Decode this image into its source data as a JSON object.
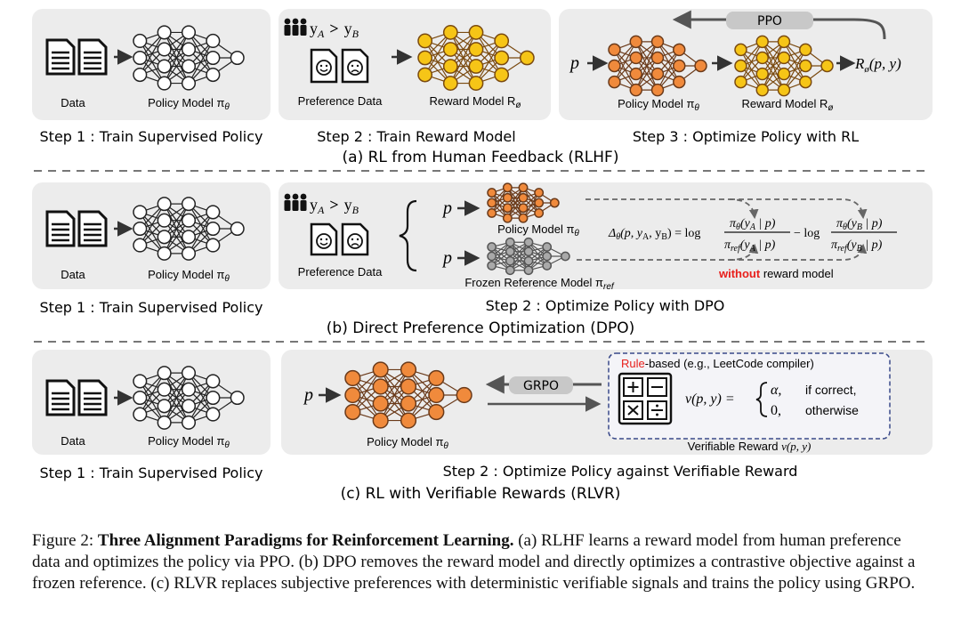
{
  "colors": {
    "panel": "#ececec",
    "policy_node": "#f08a3c",
    "reward_node": "#f6c517",
    "frozen_node": "#a9a9a9",
    "edge": "#5a3a22",
    "highlight": "#e8201c",
    "arrow": "#444444"
  },
  "rlhf": {
    "step1": {
      "data_label": "Data",
      "model_label": "Policy Model π",
      "model_sub": "θ",
      "step_label": "Step 1 : Train Supervised Policy"
    },
    "step2": {
      "pref_a": "y",
      "pref_a_sub": "A",
      "pref_op": ">",
      "pref_b": "y",
      "pref_b_sub": "B",
      "data_label": "Preference Data",
      "model_label": "Reward Model R",
      "model_sub": "ø",
      "step_label": "Step 2 : Train Reward Model"
    },
    "step3": {
      "input": "p",
      "algo": "PPO",
      "output": "R",
      "output_sub": "ø",
      "output_args": "(p, y)",
      "policy_label": "Policy Model π",
      "policy_sub": "θ",
      "reward_label": "Reward Model R",
      "reward_sub": "ø",
      "step_label": "Step 3 : Optimize Policy with RL"
    },
    "title": "(a) RL from Human Feedback (RLHF)"
  },
  "dpo": {
    "step1": {
      "data_label": "Data",
      "model_label": "Policy Model π",
      "model_sub": "θ",
      "step_label": "Step 1 : Train Supervised Policy"
    },
    "step2": {
      "pref_a": "y",
      "pref_a_sub": "A",
      "pref_op": ">",
      "pref_b": "y",
      "pref_b_sub": "B",
      "data_label": "Preference Data",
      "input_top": "p",
      "input_bottom": "p",
      "policy_label": "Policy Model π",
      "policy_sub": "θ",
      "ref_label": "Frozen Reference Model π",
      "ref_sub": "ref",
      "formula_lhs": "Δ",
      "formula_lhs_sub": "θ",
      "formula_lhs_args": "(p, y",
      "formula_eq": ") = log",
      "formula_minus": "− log",
      "note_red": "without",
      "note_rest": " reward model",
      "step_label": "Step 2 : Optimize Policy with DPO"
    },
    "title": "(b) Direct Preference Optimization (DPO)"
  },
  "rlvr": {
    "step1": {
      "data_label": "Data",
      "model_label": "Policy Model π",
      "model_sub": "θ",
      "step_label": "Step 1 : Train Supervised Policy"
    },
    "step2": {
      "input": "p",
      "algo": "GRPO",
      "policy_label": "Policy Model π",
      "policy_sub": "θ",
      "rule_red": "Rule",
      "rule_rest": "-based (e.g., LeetCode compiler)",
      "func": "v(p, y) =",
      "case1_val": "α,",
      "case1_cond": "if correct,",
      "case2_val": "0,",
      "case2_cond": "otherwise",
      "verif_label": "Verifiable Reward",
      "verif_fn": "v(p, y)",
      "step_label": "Step 2 : Optimize Policy against Verifiable Reward"
    },
    "title": "(c) RL with Verifiable Rewards (RLVR)"
  },
  "caption": {
    "label": "Figure 2: ",
    "bold": "Three Alignment Paradigms for Reinforcement Learning.",
    "rest": " (a) RLHF learns a reward model from human preference data and optimizes the policy via PPO. (b) DPO removes the reward model and directly optimizes a contrastive objective against a frozen reference. (c) RLVR replaces subjective preferences with deterministic verifiable signals and trains the policy using GRPO."
  }
}
